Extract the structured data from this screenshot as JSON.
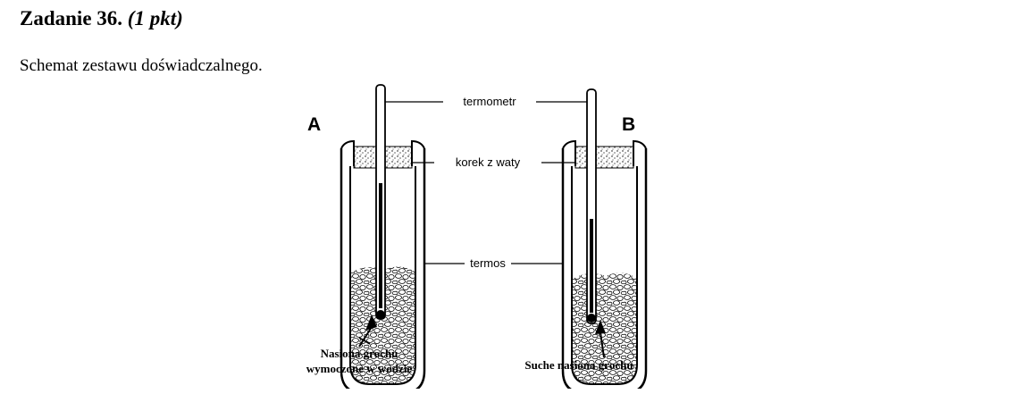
{
  "task": {
    "title": "Zadanie 36.",
    "points": "(1 pkt)"
  },
  "intro_text": "Schemat zestawu doświadczalnego.",
  "diagram": {
    "letter_a": "A",
    "letter_b": "B",
    "label_thermometer": "termometr",
    "label_cotton_plug": "korek z waty",
    "label_thermos": "termos",
    "caption_a_line1": "Nasiona grochu",
    "caption_a_line2": "wymoczone w wodzie",
    "caption_b": "Suche nasiona grochu"
  }
}
